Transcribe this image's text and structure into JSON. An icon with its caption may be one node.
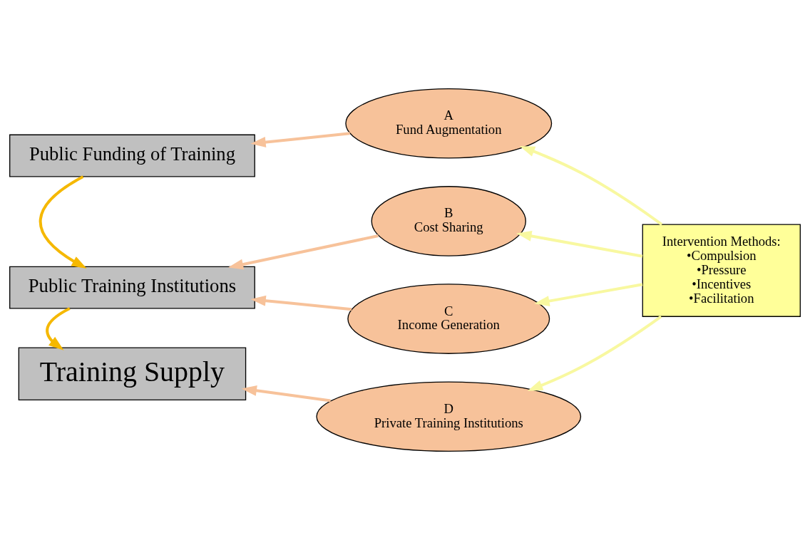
{
  "diagram": {
    "nodes": [
      {
        "text": [
          "Public Funding of Training"
        ]
      },
      {
        "text": [
          "Public Training Institutions"
        ]
      },
      {
        "text": [
          "Training Supply"
        ]
      },
      {
        "text": [
          "A",
          "Fund Augmentation"
        ]
      },
      {
        "text": [
          "B",
          "Cost Sharing"
        ]
      },
      {
        "text": [
          "C",
          "Income Generation"
        ]
      },
      {
        "text": [
          "D",
          "Private Training Institutions"
        ]
      },
      {
        "text": [
          "Intervention Methods:",
          "•Compulsion",
          "•Pressure",
          "•Incentives",
          "•Facilitation"
        ]
      }
    ],
    "edges": [
      {
        "from": 0,
        "to": 1,
        "arrow": "to",
        "color": "#f5b800"
      },
      {
        "from": 1,
        "to": 2,
        "arrow": "to",
        "color": "#f5b800"
      },
      {
        "from": 3,
        "to": 0,
        "arrow": "to",
        "color": "#f7c29a"
      },
      {
        "from": 4,
        "to": 1,
        "arrow": "to",
        "color": "#f7c29a"
      },
      {
        "from": 5,
        "to": 1,
        "arrow": "to",
        "color": "#f7c29a"
      },
      {
        "from": 6,
        "to": 2,
        "arrow": "to",
        "color": "#f7c29a"
      },
      {
        "from": 7,
        "to": 3,
        "arrow": "to",
        "color": "#f8f8a0"
      },
      {
        "from": 7,
        "to": 4,
        "arrow": "to",
        "color": "#f8f8a0"
      },
      {
        "from": 7,
        "to": 5,
        "arrow": "to",
        "color": "#f8f8a0"
      },
      {
        "from": 7,
        "to": 6,
        "arrow": "to",
        "color": "#f8f8a0"
      }
    ]
  }
}
